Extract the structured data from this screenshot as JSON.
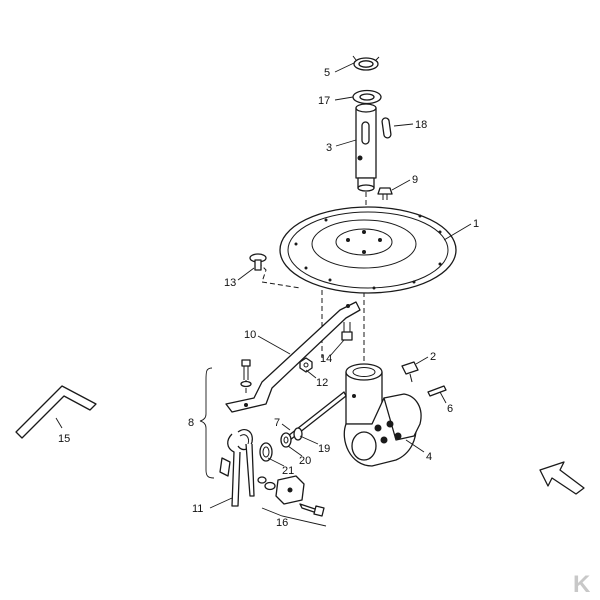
{
  "diagram": {
    "callouts": [
      {
        "id": "5",
        "text": "5"
      },
      {
        "id": "17",
        "text": "17"
      },
      {
        "id": "18",
        "text": "18"
      },
      {
        "id": "3",
        "text": "3"
      },
      {
        "id": "9",
        "text": "9"
      },
      {
        "id": "1",
        "text": "1"
      },
      {
        "id": "13",
        "text": "13"
      },
      {
        "id": "10",
        "text": "10"
      },
      {
        "id": "14",
        "text": "14"
      },
      {
        "id": "2",
        "text": "2"
      },
      {
        "id": "12",
        "text": "12"
      },
      {
        "id": "8",
        "text": "8"
      },
      {
        "id": "7",
        "text": "7"
      },
      {
        "id": "6",
        "text": "6"
      },
      {
        "id": "15",
        "text": "15"
      },
      {
        "id": "19",
        "text": "19"
      },
      {
        "id": "20",
        "text": "20"
      },
      {
        "id": "21",
        "text": "21"
      },
      {
        "id": "4",
        "text": "4"
      },
      {
        "id": "11",
        "text": "11"
      },
      {
        "id": "16",
        "text": "16"
      }
    ],
    "logo": {
      "text": "K"
    }
  }
}
